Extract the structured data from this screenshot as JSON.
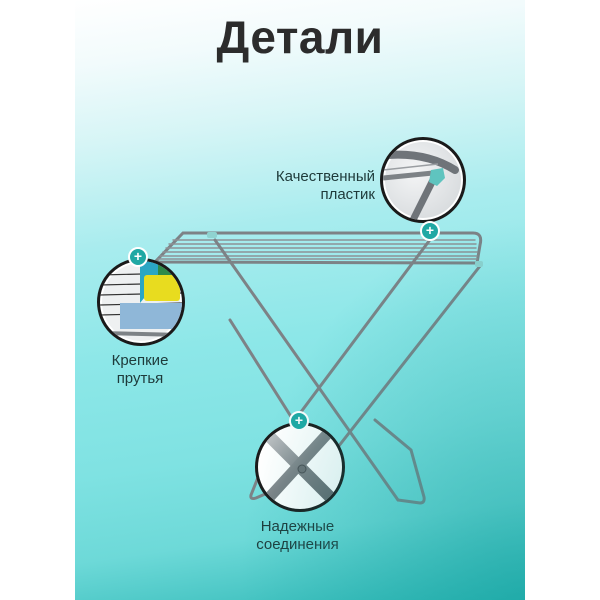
{
  "title": "Детали",
  "colors": {
    "accent": "#1fa8a4",
    "frame": "#7d8286",
    "title_text": "#2c2c2c",
    "label_text": "#1e3a3a",
    "bg_top": "#ffffff",
    "bg_bottom": "#2fb8b6"
  },
  "callouts": [
    {
      "id": "plastic",
      "label_line1": "Качественный",
      "label_line2": "пластик",
      "icon": "plus-icon"
    },
    {
      "id": "rods",
      "label_line1": "Крепкие",
      "label_line2": "прутья",
      "icon": "plus-icon"
    },
    {
      "id": "joints",
      "label_line1": "Надежные",
      "label_line2": "соединения",
      "icon": "plus-icon"
    }
  ],
  "plus_glyph": "+"
}
